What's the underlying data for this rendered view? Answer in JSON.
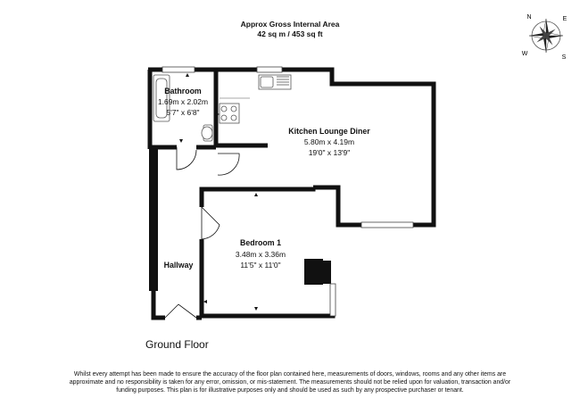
{
  "header": {
    "area_title": "Approx Gross Internal Area",
    "area_value": "42 sq m / 453 sq ft"
  },
  "compass": {
    "icon": "compass-rose-icon",
    "letters": [
      "N",
      "E",
      "S",
      "W"
    ]
  },
  "rooms": {
    "bathroom": {
      "name": "Bathroom",
      "metric": "1.69m x 2.02m",
      "imperial": "5'7\" x 6'8\""
    },
    "kitchen": {
      "name": "Kitchen Lounge Diner",
      "metric": "5.80m x 4.19m",
      "imperial": "19'0\" x 13'9\""
    },
    "bedroom": {
      "name": "Bedroom 1",
      "metric": "3.48m x 3.36m",
      "imperial": "11'5\" x 11'0\""
    },
    "hallway": {
      "name": "Hallway"
    }
  },
  "floor_label": "Ground Floor",
  "disclaimer": "Whilst every attempt has been made to ensure the accuracy of the floor plan contained here, measurements of doors, windows, rooms and any other items are approximate and no responsibility is taken for any error, omission, or mis-statement. The measurements should not be relied upon for valuation, transaction and/or funding purposes. This plan is for illustrative purposes only and should be used as such by any prospective purchaser or tenant.",
  "colors": {
    "wall": "#111111",
    "fixture": "#666666",
    "background": "#ffffff"
  }
}
